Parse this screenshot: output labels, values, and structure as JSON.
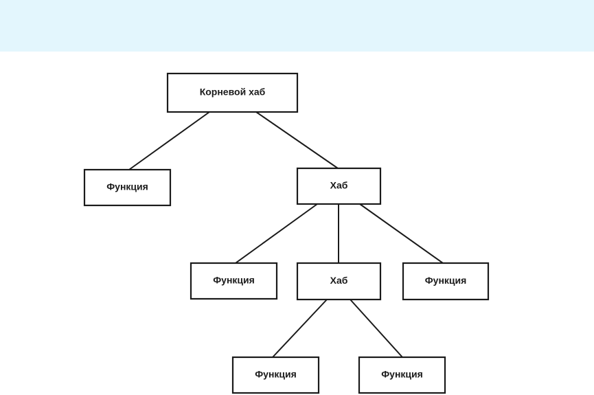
{
  "diagram": {
    "nodes": [
      {
        "id": "root",
        "label": "Корневой хаб"
      },
      {
        "id": "f1",
        "label": "Функция"
      },
      {
        "id": "hub1",
        "label": "Хаб"
      },
      {
        "id": "f2",
        "label": "Функция"
      },
      {
        "id": "hub2",
        "label": "Хаб"
      },
      {
        "id": "f3",
        "label": "Функция"
      },
      {
        "id": "f4",
        "label": "Функция"
      },
      {
        "id": "f5",
        "label": "Функция"
      }
    ],
    "edges": [
      {
        "from": "root",
        "to": "f1"
      },
      {
        "from": "root",
        "to": "hub1"
      },
      {
        "from": "hub1",
        "to": "f2"
      },
      {
        "from": "hub1",
        "to": "hub2"
      },
      {
        "from": "hub1",
        "to": "f3"
      },
      {
        "from": "hub2",
        "to": "f4"
      },
      {
        "from": "hub2",
        "to": "f5"
      }
    ]
  },
  "colors": {
    "banner": "#e3f6fd",
    "stroke": "#1a1a1a",
    "node_fill": "#ffffff"
  }
}
